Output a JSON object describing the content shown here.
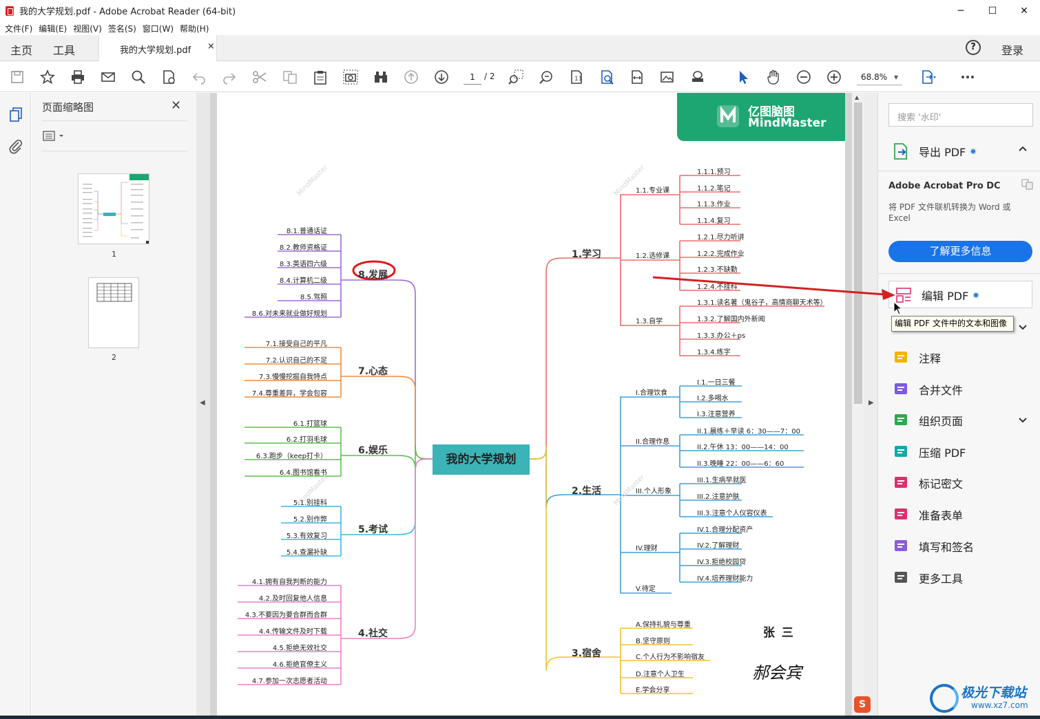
{
  "window": {
    "title": "我的大学规划.pdf - Adobe Acrobat Reader (64-bit)",
    "minimize": "─",
    "maximize": "☐",
    "close": "✕"
  },
  "menu": [
    "文件(F)",
    "编辑(E)",
    "视图(V)",
    "签名(S)",
    "窗口(W)",
    "帮助(H)"
  ],
  "tabs": {
    "home": "主页",
    "tools": "工具",
    "doc": "我的大学规划.pdf",
    "doc_close": "×",
    "help": "?",
    "login": "登录"
  },
  "toolbar": {
    "page_current": "1",
    "page_total": "/ 2",
    "zoom": "68.8%"
  },
  "thumbnails": {
    "title": "页面缩略图",
    "close": "✕",
    "pages": [
      "1",
      "2"
    ]
  },
  "right_panel": {
    "search_placeholder": "搜索 '水印'",
    "export_pdf": "导出 PDF",
    "acrobat_title": "Adobe Acrobat Pro DC",
    "acrobat_desc": "将 PDF 文件联机转换为 Word 或 Excel",
    "learn_more": "了解更多信息",
    "edit_pdf": "编辑 PDF",
    "tooltip": "编辑 PDF 文件中的文本和图像",
    "tools": [
      "注释",
      "合并文件",
      "组织页面",
      "压缩 PDF",
      "标记密文",
      "准备表单",
      "填写和签名",
      "更多工具"
    ],
    "tool_colors": [
      "#f2b400",
      "#7b5be6",
      "#2ea84f",
      "#16a6a8",
      "#d6336c",
      "#d6336c",
      "#8a5cd6",
      "#555555"
    ]
  },
  "mindmap": {
    "logo_cn": "亿图脑图",
    "logo_en": "MindMaster",
    "center": "我的大学规划",
    "signature_name": "张 三",
    "signature_script": "郝会宾",
    "study": {
      "label": "1.学习",
      "subs": [
        "1.1.专业课",
        "1.2.选修课",
        "1.3.自学"
      ],
      "leaves": [
        "1.1.1.预习",
        "1.1.2.笔记",
        "1.1.3.作业",
        "1.1.4.复习",
        "1.2.1.尽力听讲",
        "1.2.2.完成作业",
        "1.2.3.不缺勤",
        "1.2.4.不挂科",
        "1.3.1.读名著（鬼谷子，高情商聊天术等）",
        "1.3.2.了解国内外新闻",
        "1.3.3.办公＋ps",
        "1.3.4.练字"
      ]
    },
    "life": {
      "label": "2.生活",
      "subs": [
        "I.合理饮食",
        "II.合理作息",
        "III.个人形象",
        "IV.理财",
        "V.待定"
      ],
      "leaves": [
        "I.1.一日三餐",
        "I.2.多喝水",
        "I.3.注意营养",
        "II.1.晨练＋早读 6：30——7：00",
        "II.2.午休 13：00——14：00",
        "II.3.晚睡 22：00——6：60",
        "III.1.生病早就医",
        "III.2.注意护肤",
        "III.3.注意个人仪容仪表",
        "IV.1.合理分配资产",
        "IV.2.了解理财",
        "IV.3.拒绝校园贷",
        "IV.4.培养理财能力"
      ]
    },
    "dorm": {
      "label": "3.宿舍",
      "leaves": [
        "A.保持礼貌与尊重",
        "B.坚守原则",
        "C.个人行为不影响宿友",
        "D.注意个人卫生",
        "E.学会分享"
      ]
    },
    "social": {
      "label": "4.社交",
      "leaves": [
        "4.1.拥有自我判断的能力",
        "4.2.及时回复他人信息",
        "4.3.不要因为要合群而合群",
        "4.4.传输文件及时下载",
        "4.5.拒绝无效社交",
        "4.6.拒绝官僚主义",
        "4.7.参加一次志愿者活动"
      ]
    },
    "exam": {
      "label": "5.考试",
      "leaves": [
        "5.1.别挂科",
        "5.2.别作弊",
        "5.3.有效复习",
        "5.4.查漏补缺"
      ]
    },
    "fun": {
      "label": "6.娱乐",
      "leaves": [
        "6.1.打篮球",
        "6.2.打羽毛球",
        "6.3.跑步（keep打卡）",
        "6.4.图书馆看书"
      ]
    },
    "mind": {
      "label": "7.心态",
      "leaves": [
        "7.1.接受自己的平凡",
        "7.2.认识自己的不足",
        "7.3.慢慢挖掘自我特点",
        "7.4.尊重差异，学会包容"
      ]
    },
    "develop": {
      "label": "8.发展",
      "leaves": [
        "8.1.普通话证",
        "8.2.教师资格证",
        "8.3.英语四六级",
        "8.4.计算机二级",
        "8.5.驾照",
        "8.6.对未来就业做好规划"
      ]
    },
    "colors": {
      "study": "#ef6b6b",
      "life": "#3da0d8",
      "dorm": "#f4c22b",
      "social": "#ef7fc6",
      "exam": "#3fb6e0",
      "fun": "#5cbf4e",
      "mind": "#f28a3c",
      "develop": "#9b6bd6"
    }
  },
  "site_watermark": "极光下载站",
  "site_url": "www.xz7.com"
}
